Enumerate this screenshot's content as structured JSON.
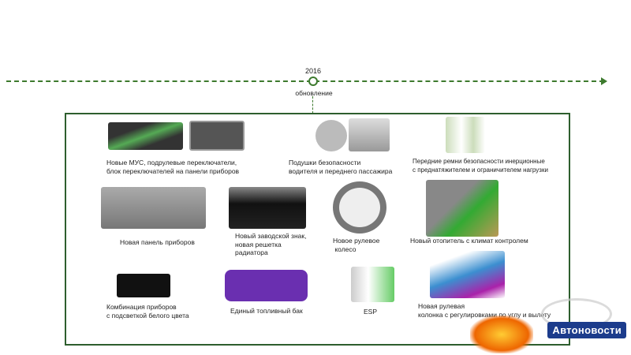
{
  "timeline": {
    "year": "2016",
    "label": "обновление"
  },
  "items": [
    {
      "label_lines": [
        "Новые МУС,  подрулевые переключатели,",
        "блок переключателей на панели приборов"
      ]
    },
    {
      "label_lines": [
        "Подушки безопасности",
        "водителя и переднего пассажира"
      ]
    },
    {
      "label_lines": [
        "Передние  ремни безопасности инерционные",
        "с преднатяжителем и ограничителем нагрузки"
      ]
    },
    {
      "label_lines": [
        "Новая панель приборов"
      ]
    },
    {
      "label_lines": [
        "Новый заводской знак,",
        "новая решетка",
        "радиатора"
      ]
    },
    {
      "label_lines": [
        "Новое рулевое",
        " колесо"
      ]
    },
    {
      "label_lines": [
        "Новый отопитель с климат контролем"
      ]
    },
    {
      "label_lines": [
        "Комбинация приборов",
        "с подсветкой белого цвета"
      ]
    },
    {
      "label_lines": [
        "Единый топливный бак"
      ]
    },
    {
      "label_lines": [
        "ESP"
      ]
    },
    {
      "label_lines": [
        "Новая рулевая",
        "колонка с регулировками по углу и вылету"
      ]
    }
  ],
  "watermark": {
    "text": "Автоновости"
  },
  "colors": {
    "accent": "#3d7a2e",
    "frame": "#2e5e2e"
  }
}
